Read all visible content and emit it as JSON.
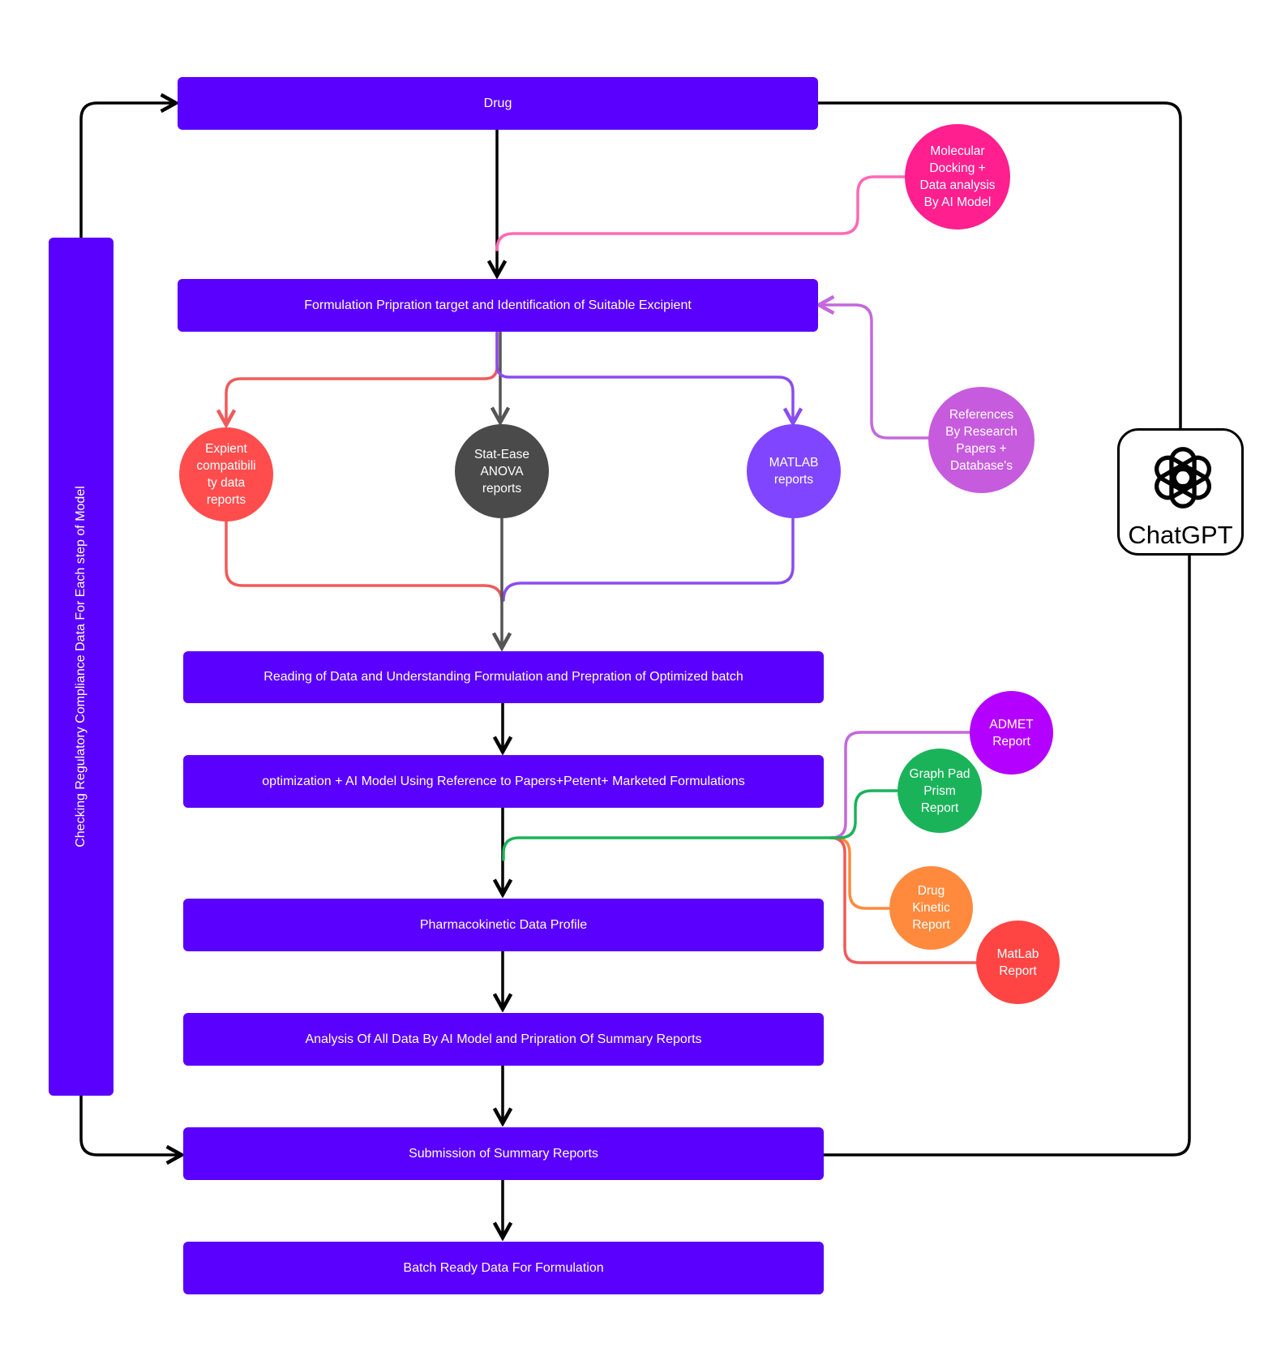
{
  "flow": {
    "drug": "Drug",
    "formulation": "Formulation Pripration target and Identification of Suitable Excipient",
    "reading": "Reading of Data and Understanding Formulation and Prepration of Optimized batch",
    "optimization": "optimization + AI Model Using Reference to Papers+Petent+ Marketed  Formulations",
    "pharmacokinetic": "Pharmacokinetic Data Profile",
    "analysis": "Analysis Of All Data By AI Model and Pripration Of Summary Reports",
    "submission": "Submission of Summary Reports",
    "batch": "Batch Ready Data For Formulation"
  },
  "sidebar": {
    "label": "Checking Regulatory Compliance Data For Each step of Model"
  },
  "nodes": {
    "molecular_docking": "Molecular\nDocking +\nData analysis\nBy AI Model",
    "references": "References\nBy Research\nPapers +\nDatabase's",
    "expient": "Expient\ncompatibili\nty data\nreports",
    "stat_ease": "Stat-Ease\nANOVA\nreports",
    "matlab_reports": "MATLAB\nreports",
    "admet": "ADMET\nReport",
    "graphpad": "Graph Pad\nPrism\nReport",
    "drug_kinetic": "Drug\nKinetic\nReport",
    "matlab_report": "MatLab\nReport"
  },
  "chatgpt": {
    "label": "ChatGPT",
    "icon": "chatgpt-logo-icon"
  },
  "colors": {
    "box": "#5a00ff",
    "pink": "#ff1f8f",
    "orchid": "#c65bde",
    "coral": "#ff4d4d",
    "gray": "#4a4a4a",
    "violet": "#8046ff",
    "purple": "#b400ff",
    "green": "#1bb35a",
    "orange": "#ff8a3d",
    "red": "#ff4444"
  }
}
